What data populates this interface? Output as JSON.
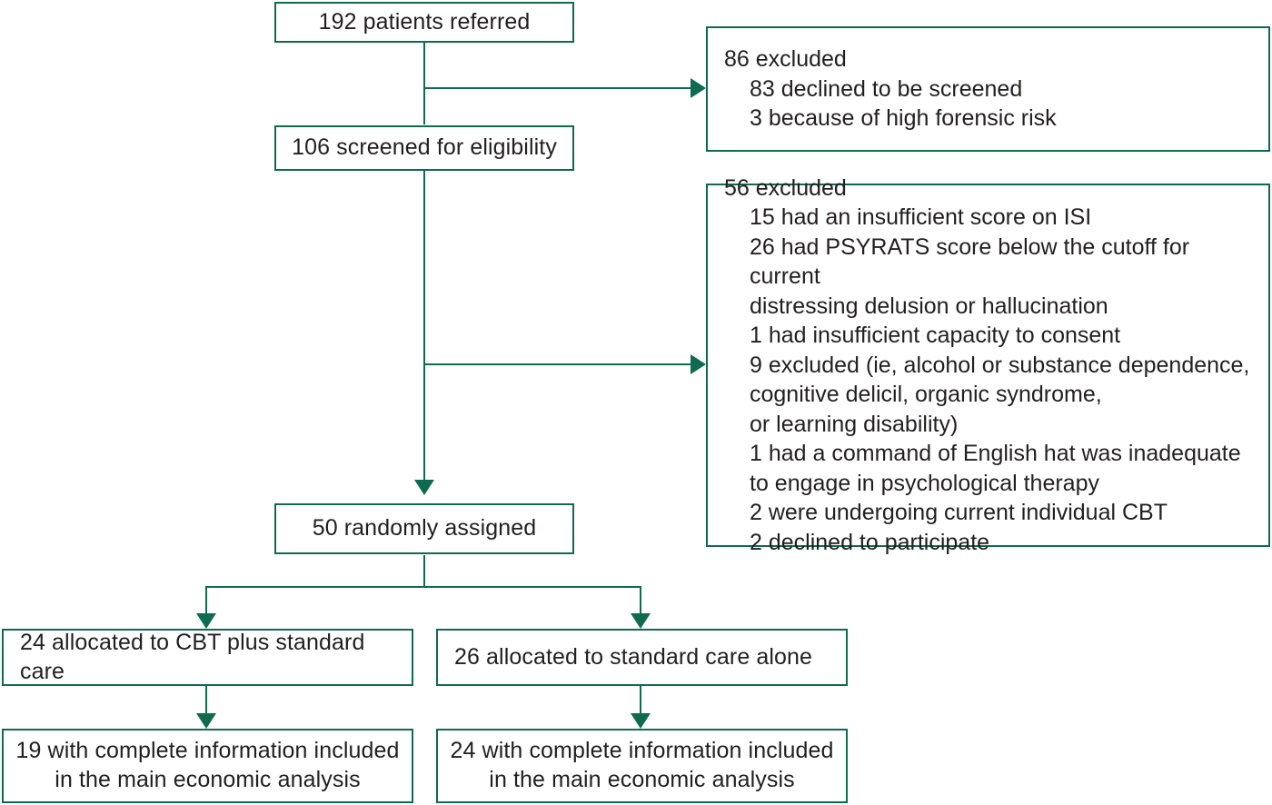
{
  "diagram": {
    "title": "CONSORT participant flow diagram",
    "accent_color": "#0f6b50",
    "text_color": "#231f20",
    "background_color": "#ffffff"
  },
  "nodes": {
    "referred": {
      "label": "192 patients referred",
      "count": 192
    },
    "screened": {
      "label": "106 screened for eligibility",
      "count": 106
    },
    "randomised": {
      "label": "50 randomly assigned",
      "count": 50
    },
    "alloc_cbt": {
      "label": "24 allocated to CBT plus standard care",
      "count": 24
    },
    "alloc_standard": {
      "label": "26 allocated to standard care alone",
      "count": 26
    },
    "analysis_cbt": {
      "label": "19 with complete information included\nin the main economic analysis",
      "count": 19
    },
    "analysis_standard": {
      "label": "24 with complete information included\nin the main economic analysis",
      "count": 24
    }
  },
  "exclusions": {
    "first": {
      "heading": "86 excluded",
      "count": 86,
      "reasons": [
        "83 declined to be screened",
        "3 because of high forensic risk"
      ]
    },
    "second": {
      "heading": "56 excluded",
      "count": 56,
      "reasons": [
        "15 had an insufficient score on ISI",
        "26 had PSYRATS score below the cutoff for current\ndistressing delusion or hallucination",
        "1 had insufficient capacity to consent",
        "9 excluded (ie, alcohol or substance dependence,\ncognitive delicil, organic syndrome,\nor learning disability)",
        "1 had a command of English hat was inadequate\nto engage in psychological therapy",
        "2 were undergoing current individual CBT",
        "2 declined to participate"
      ]
    }
  }
}
